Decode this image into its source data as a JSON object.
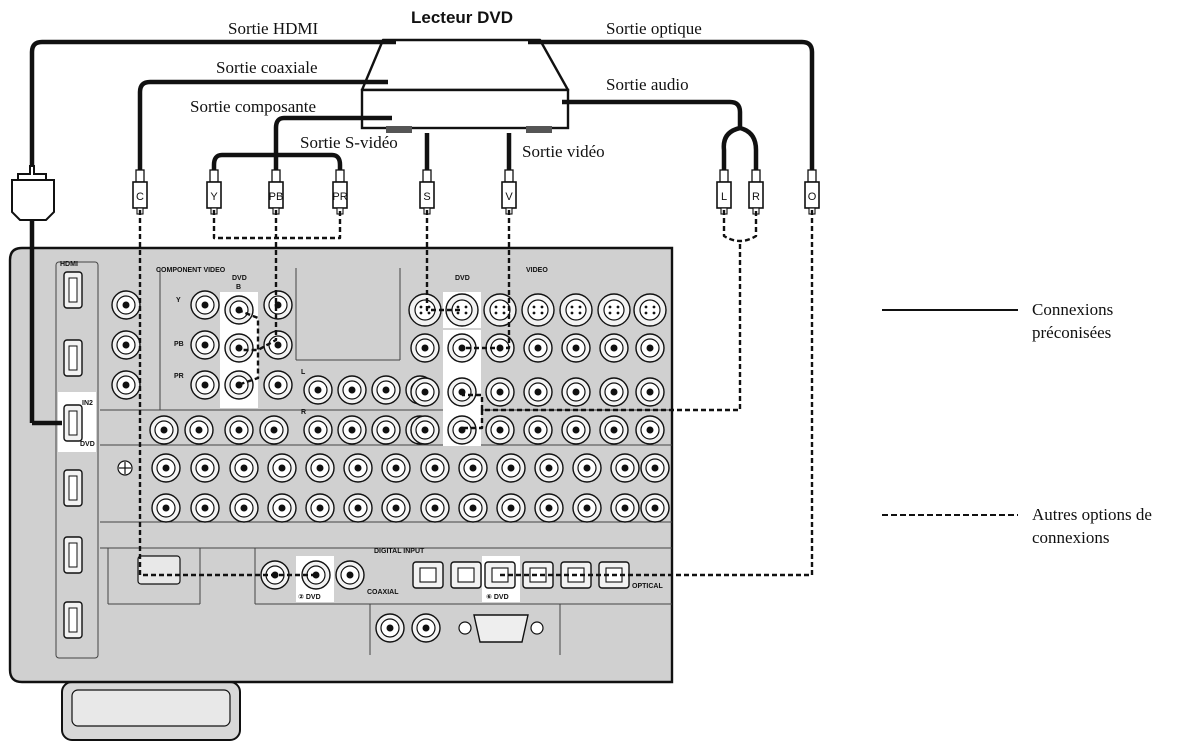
{
  "device": {
    "title": "Lecteur DVD"
  },
  "outputs": {
    "hdmi": "Sortie HDMI",
    "coaxial": "Sortie coaxiale",
    "component": "Sortie composante",
    "svideo": "Sortie S-vidéo",
    "video": "Sortie vidéo",
    "optical": "Sortie optique",
    "audio": "Sortie audio"
  },
  "plugs": {
    "coaxial": "C",
    "y": "Y",
    "pb": "PB",
    "pr": "PR",
    "svideo": "S",
    "video": "V",
    "left": "L",
    "right": "R",
    "optical": "O"
  },
  "panel": {
    "hdmi": "HDMI",
    "hdmi_in": "IN2",
    "hdmi_dvd": "DVD",
    "component_video": "COMPONENT VIDEO",
    "comp_dvd": "DVD",
    "comp_b": "B",
    "y": "Y",
    "pb": "PB",
    "pr": "PR",
    "audio_l": "L",
    "audio_r": "R",
    "video_dvd": "DVD",
    "video": "VIDEO",
    "digital_input": "DIGITAL INPUT",
    "coaxial": "COAXIAL",
    "coax_dvd": "② DVD",
    "optical": "OPTICAL",
    "opt_dvd": "⑥ DVD"
  },
  "legend": {
    "solid_line1": "Connexions",
    "solid_line2": "préconisées",
    "dashed_line1": "Autres options de",
    "dashed_line2": "connexions"
  }
}
